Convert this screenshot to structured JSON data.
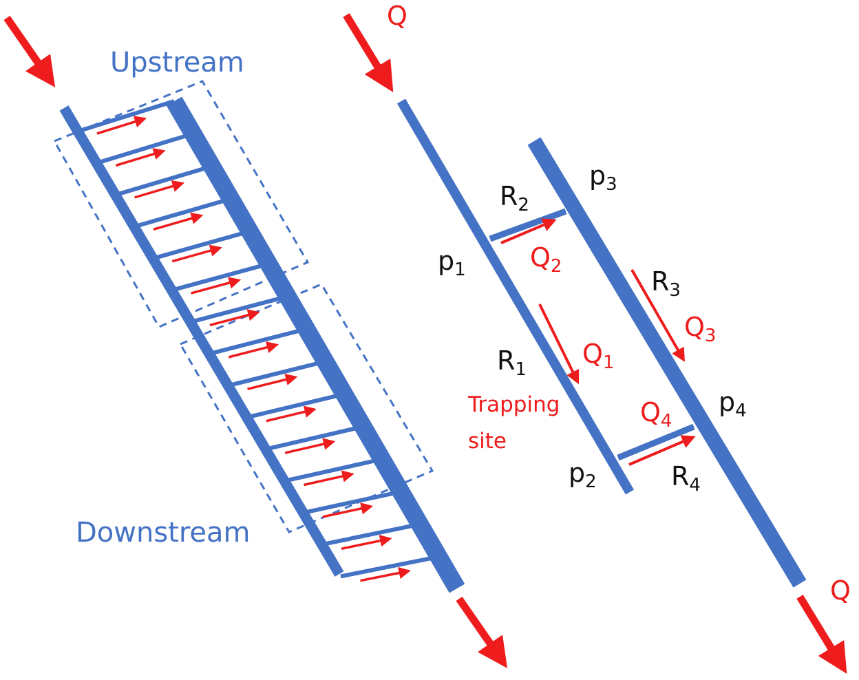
{
  "colors": {
    "channel": "#4472c4",
    "flow": "#ee1c1c",
    "text": "#111111"
  },
  "left_panel": {
    "upstream_label": "Upstream",
    "downstream_label": "Downstream",
    "side_channel_count": 15
  },
  "right_panel": {
    "flow_in": "Q",
    "flow_out": "Q",
    "p1": {
      "base": "p",
      "sub": "1"
    },
    "p2": {
      "base": "p",
      "sub": "2"
    },
    "p3": {
      "base": "p",
      "sub": "3"
    },
    "p4": {
      "base": "p",
      "sub": "4"
    },
    "R1": {
      "base": "R",
      "sub": "1"
    },
    "R2": {
      "base": "R",
      "sub": "2"
    },
    "R3": {
      "base": "R",
      "sub": "3"
    },
    "R4": {
      "base": "R",
      "sub": "4"
    },
    "Q1": {
      "base": "Q",
      "sub": "1"
    },
    "Q2": {
      "base": "Q",
      "sub": "2"
    },
    "Q3": {
      "base": "Q",
      "sub": "3"
    },
    "Q4": {
      "base": "Q",
      "sub": "4"
    },
    "trapping_line1": "Trapping",
    "trapping_line2": "site"
  }
}
